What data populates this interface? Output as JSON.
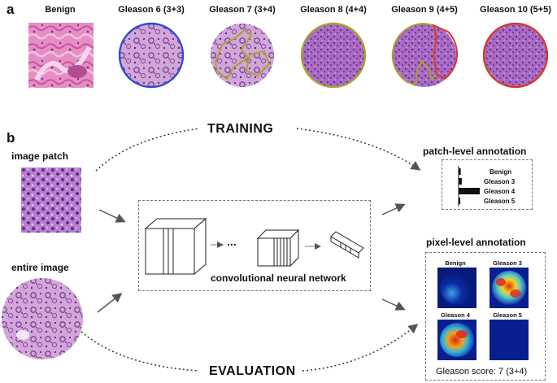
{
  "panel_a": {
    "letter": "a",
    "grades": [
      {
        "label": "Benign",
        "outline": ""
      },
      {
        "label": "Gleason 6 (3+3)",
        "outline": "#2b4fc7"
      },
      {
        "label": "Gleason 7 (3+4)",
        "outline": "#a7a52c"
      },
      {
        "label": "Gleason 8 (4+4)",
        "outline": "#a7a52c"
      },
      {
        "label": "Gleason 9 (4+5)",
        "outline": "#a7a52c"
      },
      {
        "label": "Gleason 10 (5+5)",
        "outline": "#d73a2a"
      }
    ]
  },
  "panel_b": {
    "letter": "b",
    "image_patch_label": "image patch",
    "entire_image_label": "entire image",
    "training_label": "TRAINING",
    "evaluation_label": "EVALUATION",
    "cnn_label": "convolutional neural network",
    "cnn_ellipsis": "...",
    "patch_annotation": {
      "title": "patch-level annotation",
      "classes": [
        "Benign",
        "Gleason 3",
        "Gleason 4",
        "Gleason 5"
      ],
      "values": [
        0.1,
        0.15,
        1.0,
        0.08
      ]
    },
    "pixel_annotation": {
      "title": "pixel-level annotation",
      "maps": [
        "Benign",
        "Gleason 3",
        "Gleason 4",
        "Gleason 5"
      ],
      "score_text": "Gleason score: 7 (3+4)"
    }
  },
  "colors": {
    "he_pink": "#c76bb0",
    "he_purple": "#8a5fb3",
    "heatmap_blue": "#0a1f8f",
    "heatmap_red": "#e0271e",
    "heatmap_yellow": "#f4d21c",
    "heatmap_cyan": "#37b8d6"
  }
}
